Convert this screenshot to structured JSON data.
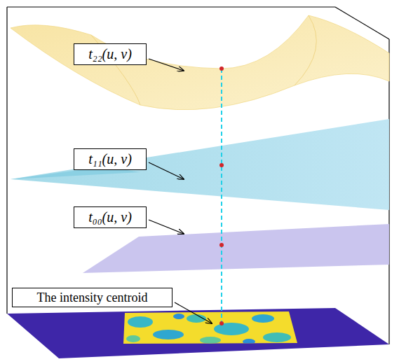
{
  "diagram": {
    "nodes": [
      {
        "text": [
          "t₂₂(u, v)"
        ]
      },
      {
        "text": [
          "t₁₁(u, v)"
        ]
      },
      {
        "text": [
          "t₀₀(u, v)"
        ]
      },
      {
        "text": [
          "The intensity centroid"
        ]
      }
    ]
  }
}
